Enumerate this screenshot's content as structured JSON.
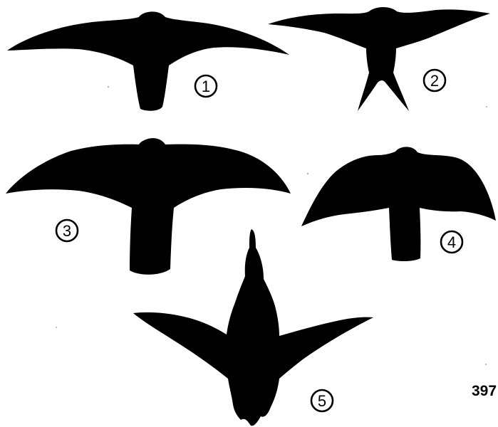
{
  "figures": [
    {
      "id": "1",
      "label": "1",
      "icon": "soaring-bird-silhouette-icon"
    },
    {
      "id": "2",
      "label": "2",
      "icon": "swallow-silhouette-icon"
    },
    {
      "id": "3",
      "label": "3",
      "icon": "broad-winged-bird-silhouette-icon"
    },
    {
      "id": "4",
      "label": "4",
      "icon": "falcon-silhouette-icon"
    },
    {
      "id": "5",
      "label": "5",
      "icon": "long-necked-bird-silhouette-icon"
    }
  ],
  "page_number": "397",
  "colors": {
    "ink": "#000000",
    "paper": "#ffffff"
  }
}
